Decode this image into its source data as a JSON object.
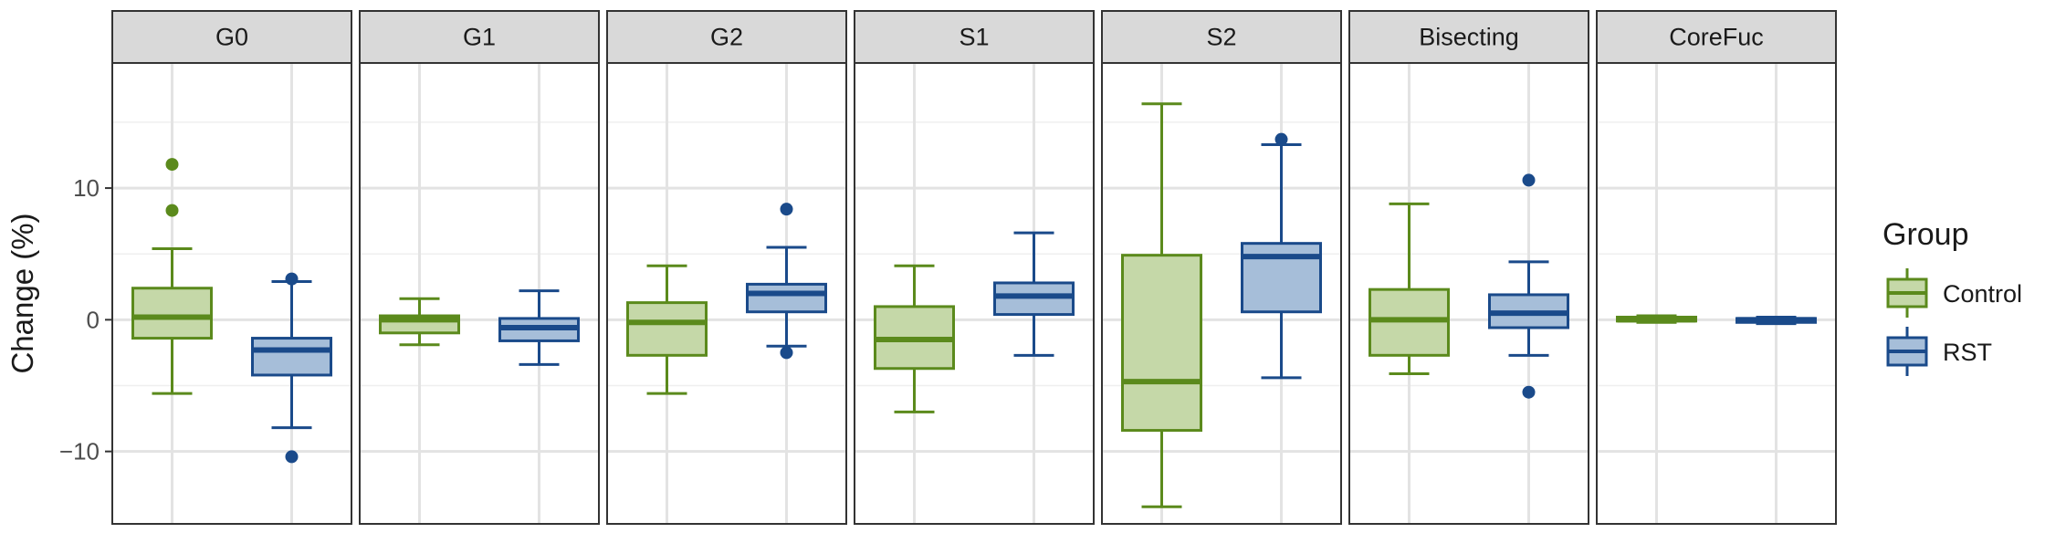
{
  "chart_data": {
    "type": "boxplot",
    "ylabel": "Change (%)",
    "ylim": [
      -15.5,
      19.5
    ],
    "y_ticks": [
      -10,
      0,
      10
    ],
    "grid": true,
    "legend": {
      "title": "Group",
      "placement": "right",
      "entries": [
        "Control",
        "RST"
      ]
    },
    "colors": {
      "Control": {
        "stroke": "#5b8a1c",
        "fill": "#c5d8a8"
      },
      "RST": {
        "stroke": "#1a4a8a",
        "fill": "#a6bed9"
      }
    },
    "facets": [
      {
        "label": "G0",
        "groups": [
          {
            "group": "Control",
            "whisker_low": -5.6,
            "q1": -1.4,
            "median": 0.2,
            "q3": 2.4,
            "whisker_high": 5.4,
            "outliers": [
              8.3,
              11.8
            ]
          },
          {
            "group": "RST",
            "whisker_low": -8.2,
            "q1": -4.2,
            "median": -2.3,
            "q3": -1.4,
            "whisker_high": 2.9,
            "outliers": [
              3.1,
              -10.4
            ]
          }
        ]
      },
      {
        "label": "G1",
        "groups": [
          {
            "group": "Control",
            "whisker_low": -1.9,
            "q1": -1.0,
            "median": 0.0,
            "q3": 0.3,
            "whisker_high": 1.6,
            "outliers": []
          },
          {
            "group": "RST",
            "whisker_low": -3.4,
            "q1": -1.6,
            "median": -0.6,
            "q3": 0.1,
            "whisker_high": 2.2,
            "outliers": []
          }
        ]
      },
      {
        "label": "G2",
        "groups": [
          {
            "group": "Control",
            "whisker_low": -5.6,
            "q1": -2.7,
            "median": -0.2,
            "q3": 1.3,
            "whisker_high": 4.1,
            "outliers": []
          },
          {
            "group": "RST",
            "whisker_low": -2.0,
            "q1": 0.6,
            "median": 2.0,
            "q3": 2.7,
            "whisker_high": 5.5,
            "outliers": [
              8.4,
              -2.5
            ]
          }
        ]
      },
      {
        "label": "S1",
        "groups": [
          {
            "group": "Control",
            "whisker_low": -7.0,
            "q1": -3.7,
            "median": -1.5,
            "q3": 1.0,
            "whisker_high": 4.1,
            "outliers": []
          },
          {
            "group": "RST",
            "whisker_low": -2.7,
            "q1": 0.4,
            "median": 1.8,
            "q3": 2.8,
            "whisker_high": 6.6,
            "outliers": []
          }
        ]
      },
      {
        "label": "S2",
        "groups": [
          {
            "group": "Control",
            "whisker_low": -14.2,
            "q1": -8.4,
            "median": -4.7,
            "q3": 4.9,
            "whisker_high": 16.4,
            "outliers": []
          },
          {
            "group": "RST",
            "whisker_low": -4.4,
            "q1": 0.6,
            "median": 4.8,
            "q3": 5.8,
            "whisker_high": 13.3,
            "outliers": [
              13.7
            ]
          }
        ]
      },
      {
        "label": "Bisecting",
        "groups": [
          {
            "group": "Control",
            "whisker_low": -4.1,
            "q1": -2.7,
            "median": 0.0,
            "q3": 2.3,
            "whisker_high": 8.8,
            "outliers": []
          },
          {
            "group": "RST",
            "whisker_low": -2.7,
            "q1": -0.6,
            "median": 0.5,
            "q3": 1.9,
            "whisker_high": 4.4,
            "outliers": [
              10.6,
              -5.5
            ]
          }
        ]
      },
      {
        "label": "CoreFuc",
        "groups": [
          {
            "group": "Control",
            "whisker_low": -0.2,
            "q1": -0.1,
            "median": 0.0,
            "q3": 0.2,
            "whisker_high": 0.3,
            "outliers": []
          },
          {
            "group": "RST",
            "whisker_low": -0.3,
            "q1": -0.2,
            "median": 0.0,
            "q3": 0.1,
            "whisker_high": 0.2,
            "outliers": []
          }
        ]
      }
    ]
  }
}
